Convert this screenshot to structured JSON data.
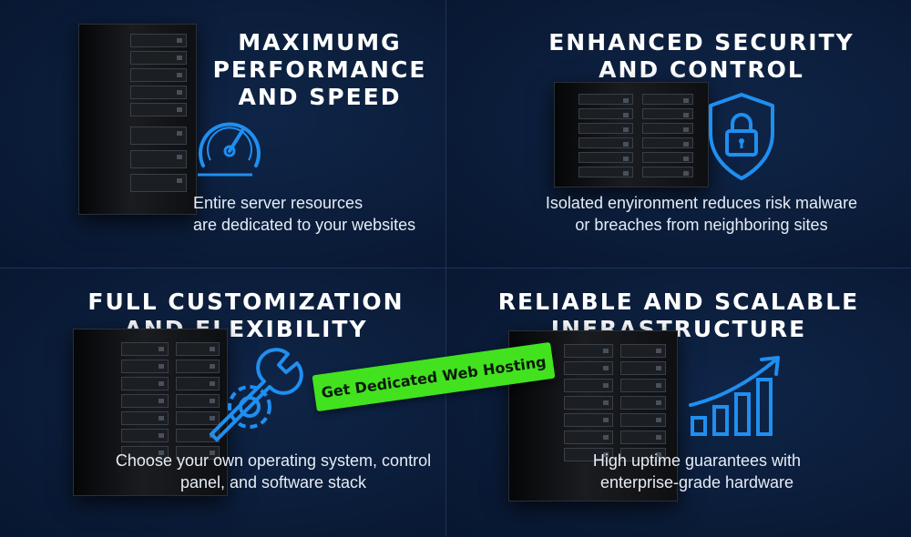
{
  "features": [
    {
      "title": "MAXIMUMG\nPERFORMANCE\nAND SPEED",
      "description": "Entire server resources\n    are dedicated to your websites",
      "icon": "speedometer-icon"
    },
    {
      "title": "ENHANCED SECURITY\nAND CONTROL",
      "description": "Isolated enyironment reduces risk malware\nor breaches from neighboring sites",
      "icon": "shield-lock-icon"
    },
    {
      "title": "FULL CUSTOMIZATION\nAND FLEXIBILITY",
      "description": "Choose your own operating system,  control\npanel, and software stack",
      "icon": "wrench-gear-icon"
    },
    {
      "title": "RELIABLE AND SCALABLE\nINFRASTRUCTURE",
      "description": "High uptime guarantees with\n  enterprise-grade hardware",
      "icon": "growth-chart-icon"
    }
  ],
  "cta": {
    "label": "Get Dedicated Web Hosting"
  },
  "colors": {
    "background": "#0a1a33",
    "icon_blue": "#1f8ff0",
    "cta_green": "#42e21f"
  }
}
